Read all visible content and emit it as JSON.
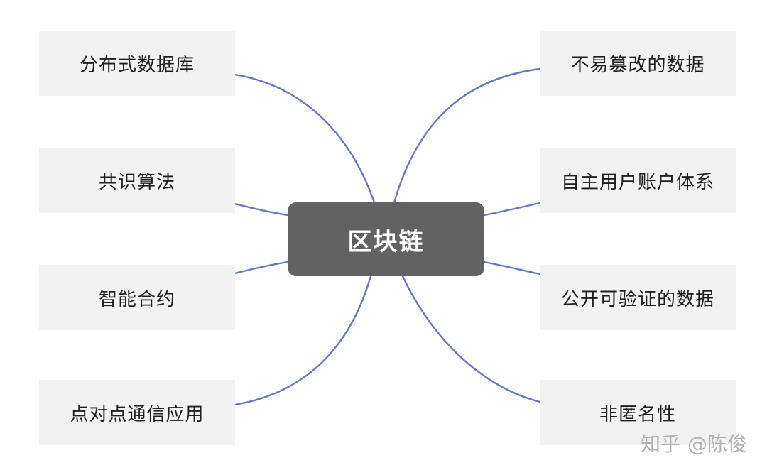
{
  "center": {
    "label": "区块链"
  },
  "left_nodes": [
    {
      "label": "分布式数据库"
    },
    {
      "label": "共识算法"
    },
    {
      "label": "智能合约"
    },
    {
      "label": "点对点通信应用"
    }
  ],
  "right_nodes": [
    {
      "label": "不易篡改的数据"
    },
    {
      "label": "自主用户账户体系"
    },
    {
      "label": "公开可验证的数据"
    },
    {
      "label": "非匿名性"
    }
  ],
  "watermark": {
    "site": "知乎",
    "author": "@陈俊"
  },
  "colors": {
    "connector": "#6677c6",
    "center_fill": "#626262",
    "node_fill": "#f2f2f2"
  }
}
